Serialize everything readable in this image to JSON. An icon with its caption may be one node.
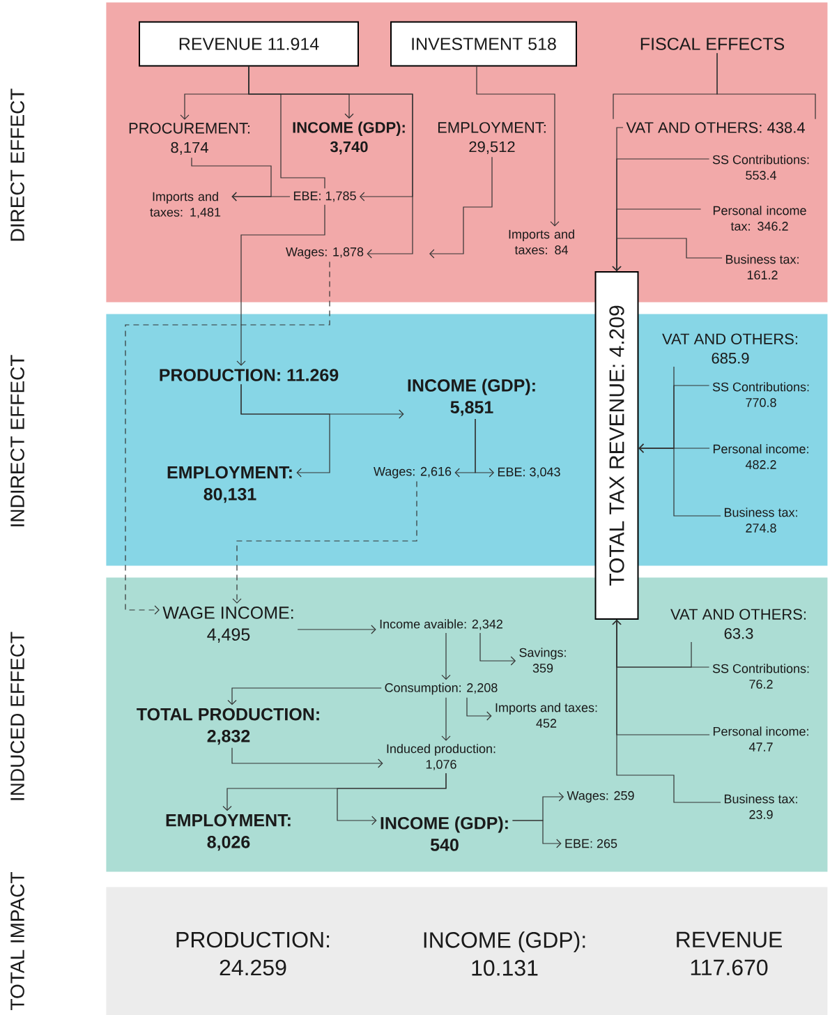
{
  "diagram": {
    "nodes": [
      {
        "text": [
          "DIRECT EFFECT"
        ]
      },
      {
        "text": [
          "INDIRECT EFFECT"
        ]
      },
      {
        "text": [
          "INDUCED EFFECT"
        ]
      },
      {
        "text": [
          "TOTAL IMPACT"
        ]
      },
      {
        "text": [
          "REVENUE 11.914"
        ],
        "in": 0
      },
      {
        "text": [
          "INVESTMENT 518"
        ],
        "in": 0
      },
      {
        "text": [
          "FISCAL EFFECTS"
        ],
        "in": 0
      },
      {
        "text": [
          "PROCUREMENT:",
          "8,174"
        ],
        "in": 0
      },
      {
        "text": [
          "INCOME (GDP):",
          "3,740"
        ],
        "in": 0
      },
      {
        "text": [
          "EMPLOYMENT:",
          "29,512"
        ],
        "in": 0
      },
      {
        "text": [
          "VAT AND OTHERS: 438.4"
        ],
        "in": 0
      },
      {
        "text": [
          "Imports and taxes: 1,481"
        ],
        "in": 0
      },
      {
        "text": [
          "EBE: 1,785"
        ],
        "in": 0
      },
      {
        "text": [
          "SS Contributions:",
          "553.4"
        ],
        "in": 0
      },
      {
        "text": [
          "Personal income tax: 346.2"
        ],
        "in": 0
      },
      {
        "text": [
          "Wages: 1,878"
        ],
        "in": 0
      },
      {
        "text": [
          "Imports and taxes: 84"
        ],
        "in": 0
      },
      {
        "text": [
          "Business tax:",
          "161.2"
        ],
        "in": 0
      },
      {
        "text": [
          "TOTAL TAX REVENUE: 4.209"
        ]
      },
      {
        "text": [
          "PRODUCTION: 11.269"
        ],
        "in": 1
      },
      {
        "text": [
          "INCOME (GDP):",
          "5,851"
        ],
        "in": 1
      },
      {
        "text": [
          "VAT AND OTHERS:",
          "685.9"
        ],
        "in": 1
      },
      {
        "text": [
          "SS Contributions:",
          "770.8"
        ],
        "in": 1
      },
      {
        "text": [
          "EMPLOYMENT:",
          "80,131"
        ],
        "in": 1
      },
      {
        "text": [
          "Wages: 2,616"
        ],
        "in": 1
      },
      {
        "text": [
          "EBE: 3,043"
        ],
        "in": 1
      },
      {
        "text": [
          "Personal income:",
          "482.2"
        ],
        "in": 1
      },
      {
        "text": [
          "Business tax:",
          "274.8"
        ],
        "in": 1
      },
      {
        "text": [
          "WAGE INCOME:",
          "4,495"
        ],
        "in": 2
      },
      {
        "text": [
          "Income avaible: 2,342"
        ],
        "in": 2
      },
      {
        "text": [
          "VAT AND OTHERS:",
          "63.3"
        ],
        "in": 2
      },
      {
        "text": [
          "Savings:",
          "359"
        ],
        "in": 2
      },
      {
        "text": [
          "Consumption: 2,208"
        ],
        "in": 2
      },
      {
        "text": [
          "SS Contributions:",
          "76.2"
        ],
        "in": 2
      },
      {
        "text": [
          "TOTAL PRODUCTION:",
          "2,832"
        ],
        "in": 2
      },
      {
        "text": [
          "Imports and taxes:",
          "452"
        ],
        "in": 2
      },
      {
        "text": [
          "Induced production:",
          "1,076"
        ],
        "in": 2
      },
      {
        "text": [
          "Personal income:",
          "47.7"
        ],
        "in": 2
      },
      {
        "text": [
          "Wages: 259"
        ],
        "in": 2
      },
      {
        "text": [
          "Business tax:",
          "23.9"
        ],
        "in": 2
      },
      {
        "text": [
          "EMPLOYMENT:",
          "8,026"
        ],
        "in": 2
      },
      {
        "text": [
          "INCOME (GDP):",
          "540"
        ],
        "in": 2
      },
      {
        "text": [
          "EBE: 265"
        ],
        "in": 2
      },
      {
        "text": [
          "PRODUCTION:",
          "24.259"
        ],
        "in": 3
      },
      {
        "text": [
          "INCOME (GDP):",
          "10.131"
        ],
        "in": 3
      },
      {
        "text": [
          "REVENUE",
          "117.670"
        ],
        "in": 3
      }
    ],
    "edges": [
      {
        "from": 4,
        "to": 7,
        "arrow": "to"
      },
      {
        "from": 4,
        "to": 8,
        "arrow": "to"
      },
      {
        "from": 4,
        "to": 12,
        "arrow": "none"
      },
      {
        "from": 4,
        "to": 12,
        "arrow": "to"
      },
      {
        "from": 4,
        "to": 15,
        "arrow": "to"
      },
      {
        "from": 7,
        "to": 11,
        "arrow": "to"
      },
      {
        "from": 12,
        "to": 11,
        "arrow": "to"
      },
      {
        "from": 12,
        "to": 19,
        "arrow": "to"
      },
      {
        "from": 15,
        "to": 28,
        "arrow": "to",
        "style": "dashed"
      },
      {
        "from": 5,
        "to": 16,
        "arrow": "to"
      },
      {
        "from": 9,
        "to": null,
        "arrow": "to"
      },
      {
        "from": 6,
        "to": 10,
        "arrow": "none"
      },
      {
        "from": 6,
        "to": 10,
        "arrow": "none"
      },
      {
        "from": 10,
        "to": 18,
        "arrow": "to"
      },
      {
        "from": 13,
        "to": 18,
        "arrow": "to"
      },
      {
        "from": 14,
        "to": 18,
        "arrow": "to"
      },
      {
        "from": 17,
        "to": 18,
        "arrow": "to"
      },
      {
        "from": 19,
        "to": 20,
        "arrow": "to"
      },
      {
        "from": 19,
        "to": 23,
        "arrow": "to"
      },
      {
        "from": 20,
        "to": 24,
        "arrow": "to"
      },
      {
        "from": 20,
        "to": 25,
        "arrow": "to"
      },
      {
        "from": 24,
        "to": 28,
        "arrow": "to",
        "style": "dashed"
      },
      {
        "from": 21,
        "to": 18,
        "arrow": "to"
      },
      {
        "from": 22,
        "to": 18,
        "arrow": "to"
      },
      {
        "from": 26,
        "to": 18,
        "arrow": "to"
      },
      {
        "from": 27,
        "to": 18,
        "arrow": "to"
      },
      {
        "from": 28,
        "to": 29,
        "arrow": "to"
      },
      {
        "from": 29,
        "to": 31,
        "arrow": "to"
      },
      {
        "from": 29,
        "to": 32,
        "arrow": "to"
      },
      {
        "from": 32,
        "to": 34,
        "arrow": "to"
      },
      {
        "from": 32,
        "to": 35,
        "arrow": "to"
      },
      {
        "from": 32,
        "to": 36,
        "arrow": "to"
      },
      {
        "from": 34,
        "to": 36,
        "arrow": "to"
      },
      {
        "from": 36,
        "to": 40,
        "arrow": "to"
      },
      {
        "from": 36,
        "to": 41,
        "arrow": "to"
      },
      {
        "from": 41,
        "to": 38,
        "arrow": "to"
      },
      {
        "from": 41,
        "to": 42,
        "arrow": "to"
      },
      {
        "from": 30,
        "to": 18,
        "arrow": "to"
      },
      {
        "from": 33,
        "to": 18,
        "arrow": "to"
      },
      {
        "from": 37,
        "to": 18,
        "arrow": "to"
      },
      {
        "from": 39,
        "to": 18,
        "arrow": "to"
      }
    ]
  }
}
